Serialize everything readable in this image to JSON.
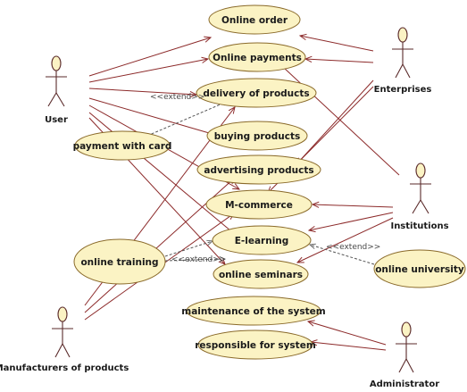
{
  "actors": {
    "user": "User",
    "enterprises": "Enterprises",
    "institutions": "Institutions",
    "manufacturers": "Manufacturers of products",
    "administrator": "Administrator"
  },
  "use_cases": {
    "online_order": "Online order",
    "online_payments": "Online payments",
    "delivery_of_products": "delivery of products",
    "payment_with_card": "payment with card",
    "buying_products": "buying products",
    "advertising_products": "advertising products",
    "m_commerce": "M-commerce",
    "e_learning": "E-learning",
    "online_training": "online training",
    "online_seminars": "online seminars",
    "online_university": "online university",
    "maintenance": "maintenance of the system",
    "responsible": "responsible for system"
  },
  "stereotypes": {
    "extend_payment": "<<extend>>",
    "extend_training": "<<extend>>",
    "extend_university": "<<extend>>"
  }
}
